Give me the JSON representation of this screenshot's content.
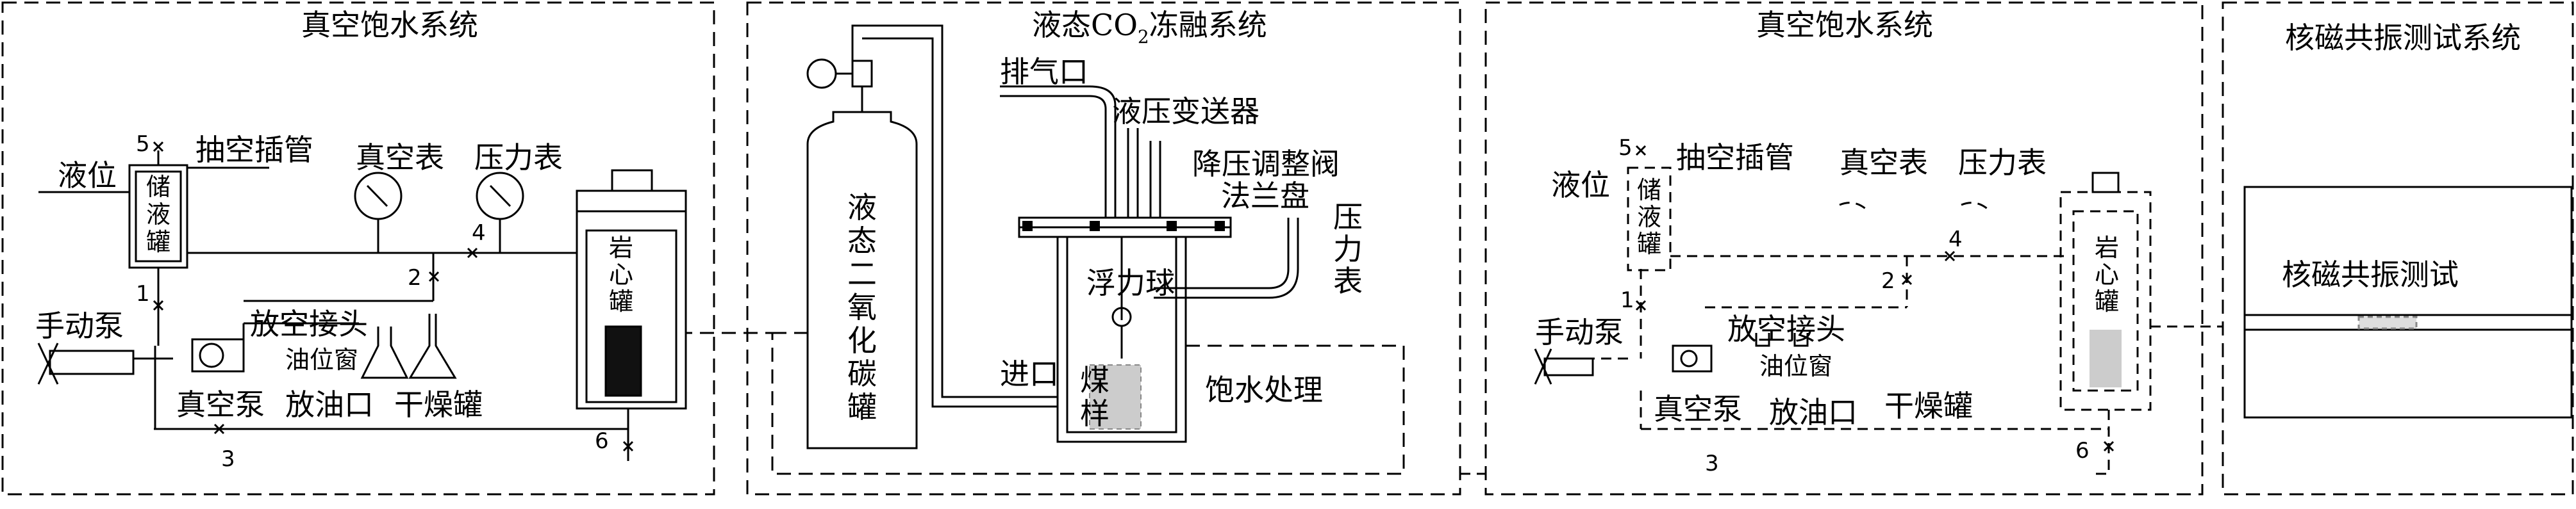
{
  "panels": [
    {
      "title": "真空饱水系统"
    },
    {
      "title": "液态CO₂冻融系统"
    },
    {
      "title": "真空饱水系统"
    },
    {
      "title": "核磁共振测试系统"
    }
  ],
  "vacuum_left": {
    "liquid_level": "液位",
    "suction_pipe": "抽空插管",
    "reservoir": [
      "储",
      "液",
      "罐"
    ],
    "vacuum_gauge": "真空表",
    "pressure_gauge": "压力表",
    "rock_tank": [
      "岩",
      "心",
      "罐"
    ],
    "hand_pump": "手动泵",
    "vent_joint": "放空接头",
    "oil_window": "油位窗",
    "vacuum_pump": "真空泵",
    "oil_drain": "放油口",
    "dry_tank": "干燥罐",
    "valves": [
      "5",
      "1",
      "2",
      "3",
      "4",
      "6"
    ]
  },
  "co2_system": {
    "co2_tank": [
      "液",
      "态",
      "二",
      "氧",
      "化",
      "碳",
      "罐"
    ],
    "exhaust": "排气口",
    "transmitter": "液压变送器",
    "regulator": "降压调整阀",
    "flange": "法兰盘",
    "pressure_gauge": [
      "压",
      "力",
      "表"
    ],
    "float_ball": "浮力球",
    "inlet": "进口",
    "coal_sample": [
      "煤",
      "样"
    ],
    "saturation": "饱水处理"
  },
  "vacuum_right": {
    "liquid_level": "液位",
    "suction_pipe": "抽空插管",
    "reservoir": [
      "储",
      "液",
      "罐"
    ],
    "vacuum_gauge": "真空表",
    "pressure_gauge": "压力表",
    "rock_tank": [
      "岩",
      "心",
      "罐"
    ],
    "hand_pump": "手动泵",
    "vent_joint": "放空接头",
    "oil_window": "油位窗",
    "vacuum_pump": "真空泵",
    "oil_drain": "放油口",
    "dry_tank": "干燥罐",
    "valves": [
      "5",
      "1",
      "2",
      "3",
      "4",
      "6"
    ]
  },
  "nmr": {
    "test_label": "核磁共振测试"
  }
}
